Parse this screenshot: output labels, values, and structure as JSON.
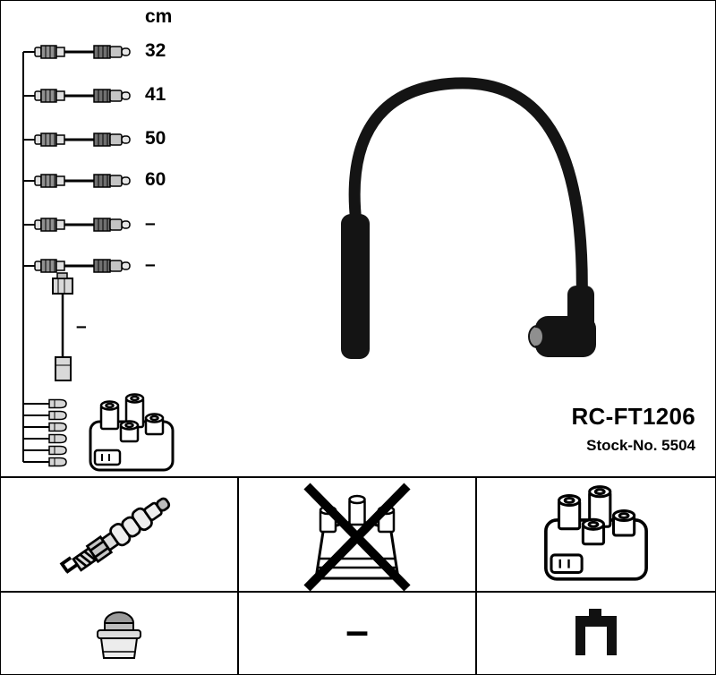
{
  "colors": {
    "ink": "#000000",
    "background": "#ffffff"
  },
  "length_table": {
    "unit_header": "cm",
    "cables": [
      {
        "length_label": "32"
      },
      {
        "length_label": "41"
      },
      {
        "length_label": "50"
      },
      {
        "length_label": "60"
      },
      {
        "length_label": "–"
      },
      {
        "length_label": "–"
      }
    ],
    "coil_lead_label": "–"
  },
  "product": {
    "part_number": "RC-FT1206",
    "stock_number": "Stock-No. 5504"
  },
  "parts_grid": {
    "cells": [
      {
        "icon": "spark-plug-icon"
      },
      {
        "icon": "distributor-cap-crossed-icon"
      },
      {
        "icon": "ignition-coil-icon"
      },
      {
        "icon": "plug-boot-icon"
      },
      {
        "label": "–"
      },
      {
        "icon": "elbow-connector-icon"
      }
    ]
  }
}
